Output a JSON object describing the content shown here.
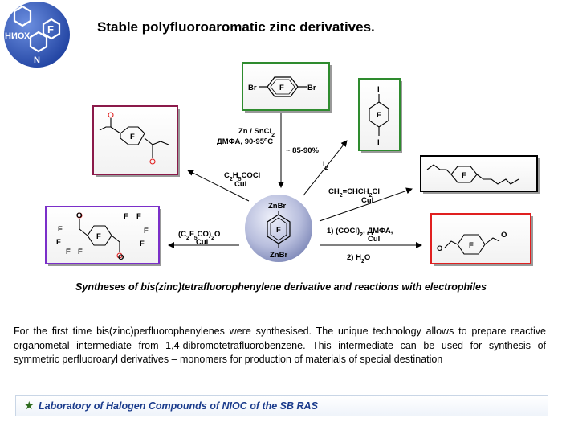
{
  "logo": {
    "text": "НИОХ",
    "f_letter": "F",
    "n_letter": "N"
  },
  "title": "Stable polyfluoroaromatic zinc derivatives.",
  "center": {
    "top_group": "ZnBr",
    "bottom_group": "ZnBr",
    "ring_label": "F"
  },
  "colors": {
    "start_box": "#2e8b2e",
    "ketone_box": "#8b1a4a",
    "fluoroketone_box": "#7b2fc9",
    "diiodo_box": "#2e8b2e",
    "allyl_box": "#000000",
    "aldehyde_box": "#e02020",
    "center_sphere": "#9aa3c9",
    "carbonyl_oxygen": "#e02020",
    "footer_text": "#1a3b8c"
  },
  "compounds": {
    "start": {
      "left": "Br",
      "right": "Br",
      "ring": "F"
    },
    "ketone": {
      "ring": "F"
    },
    "fluoroketone": {
      "ring": "F",
      "atom_f": "F",
      "atom_o": "O"
    },
    "diiodo": {
      "top": "I",
      "bottom": "I",
      "ring": "F"
    },
    "allyl": {
      "ring": "F"
    },
    "aldehyde": {
      "ring": "F",
      "atom_o": "O"
    }
  },
  "reagents": {
    "start_line1": "Zn / SnCl",
    "start_line1_sub": "2",
    "start_line2": "ДМФА, 90-95",
    "start_line2_sup": "o",
    "start_line2_end": "C",
    "yield": "~ 85-90%",
    "iodine": "I",
    "iodine_sub": "2",
    "ketone_line1_a": "C",
    "ketone_line1_b": "2",
    "ketone_line1_c": "H",
    "ketone_line1_d": "5",
    "ketone_line1_e": "COCl",
    "ketone_line2": "CuI",
    "allyl_line1_a": "CH",
    "allyl_line1_b": "2",
    "allyl_line1_c": "=CHCH",
    "allyl_line1_d": "2",
    "allyl_line1_e": "Cl",
    "allyl_line2": "CuI",
    "anhydride_line1_a": "(C",
    "anhydride_line1_b": "2",
    "anhydride_line1_c": "F",
    "anhydride_line1_d": "5",
    "anhydride_line1_e": "CO)",
    "anhydride_line1_f": "2",
    "anhydride_line1_g": "O",
    "anhydride_line2": "CuI",
    "aldehyde_line1_a": "1) (COCl)",
    "aldehyde_line1_b": "2",
    "aldehyde_line1_c": ", ДМФА,",
    "aldehyde_line2": "CuI",
    "aldehyde_line3_a": "2) H",
    "aldehyde_line3_b": "2",
    "aldehyde_line3_c": "O"
  },
  "caption": "Syntheses of bis(zinc)tetrafluorophenylene derivative and reactions with electrophiles",
  "description": "For the first time bis(zinc)perfluorophenylenes were synthesised. The unique technology allows to prepare reactive organometal intermediate from 1,4-dibromotetrafluorobenzene. This intermediate can be used for synthesis of symmetric perfluoroaryl derivatives – monomers for production of materials of special destination",
  "footer": {
    "icon": "star-icon",
    "text": "Laboratory of Halogen Compounds of NIOC of the SB RAS"
  }
}
